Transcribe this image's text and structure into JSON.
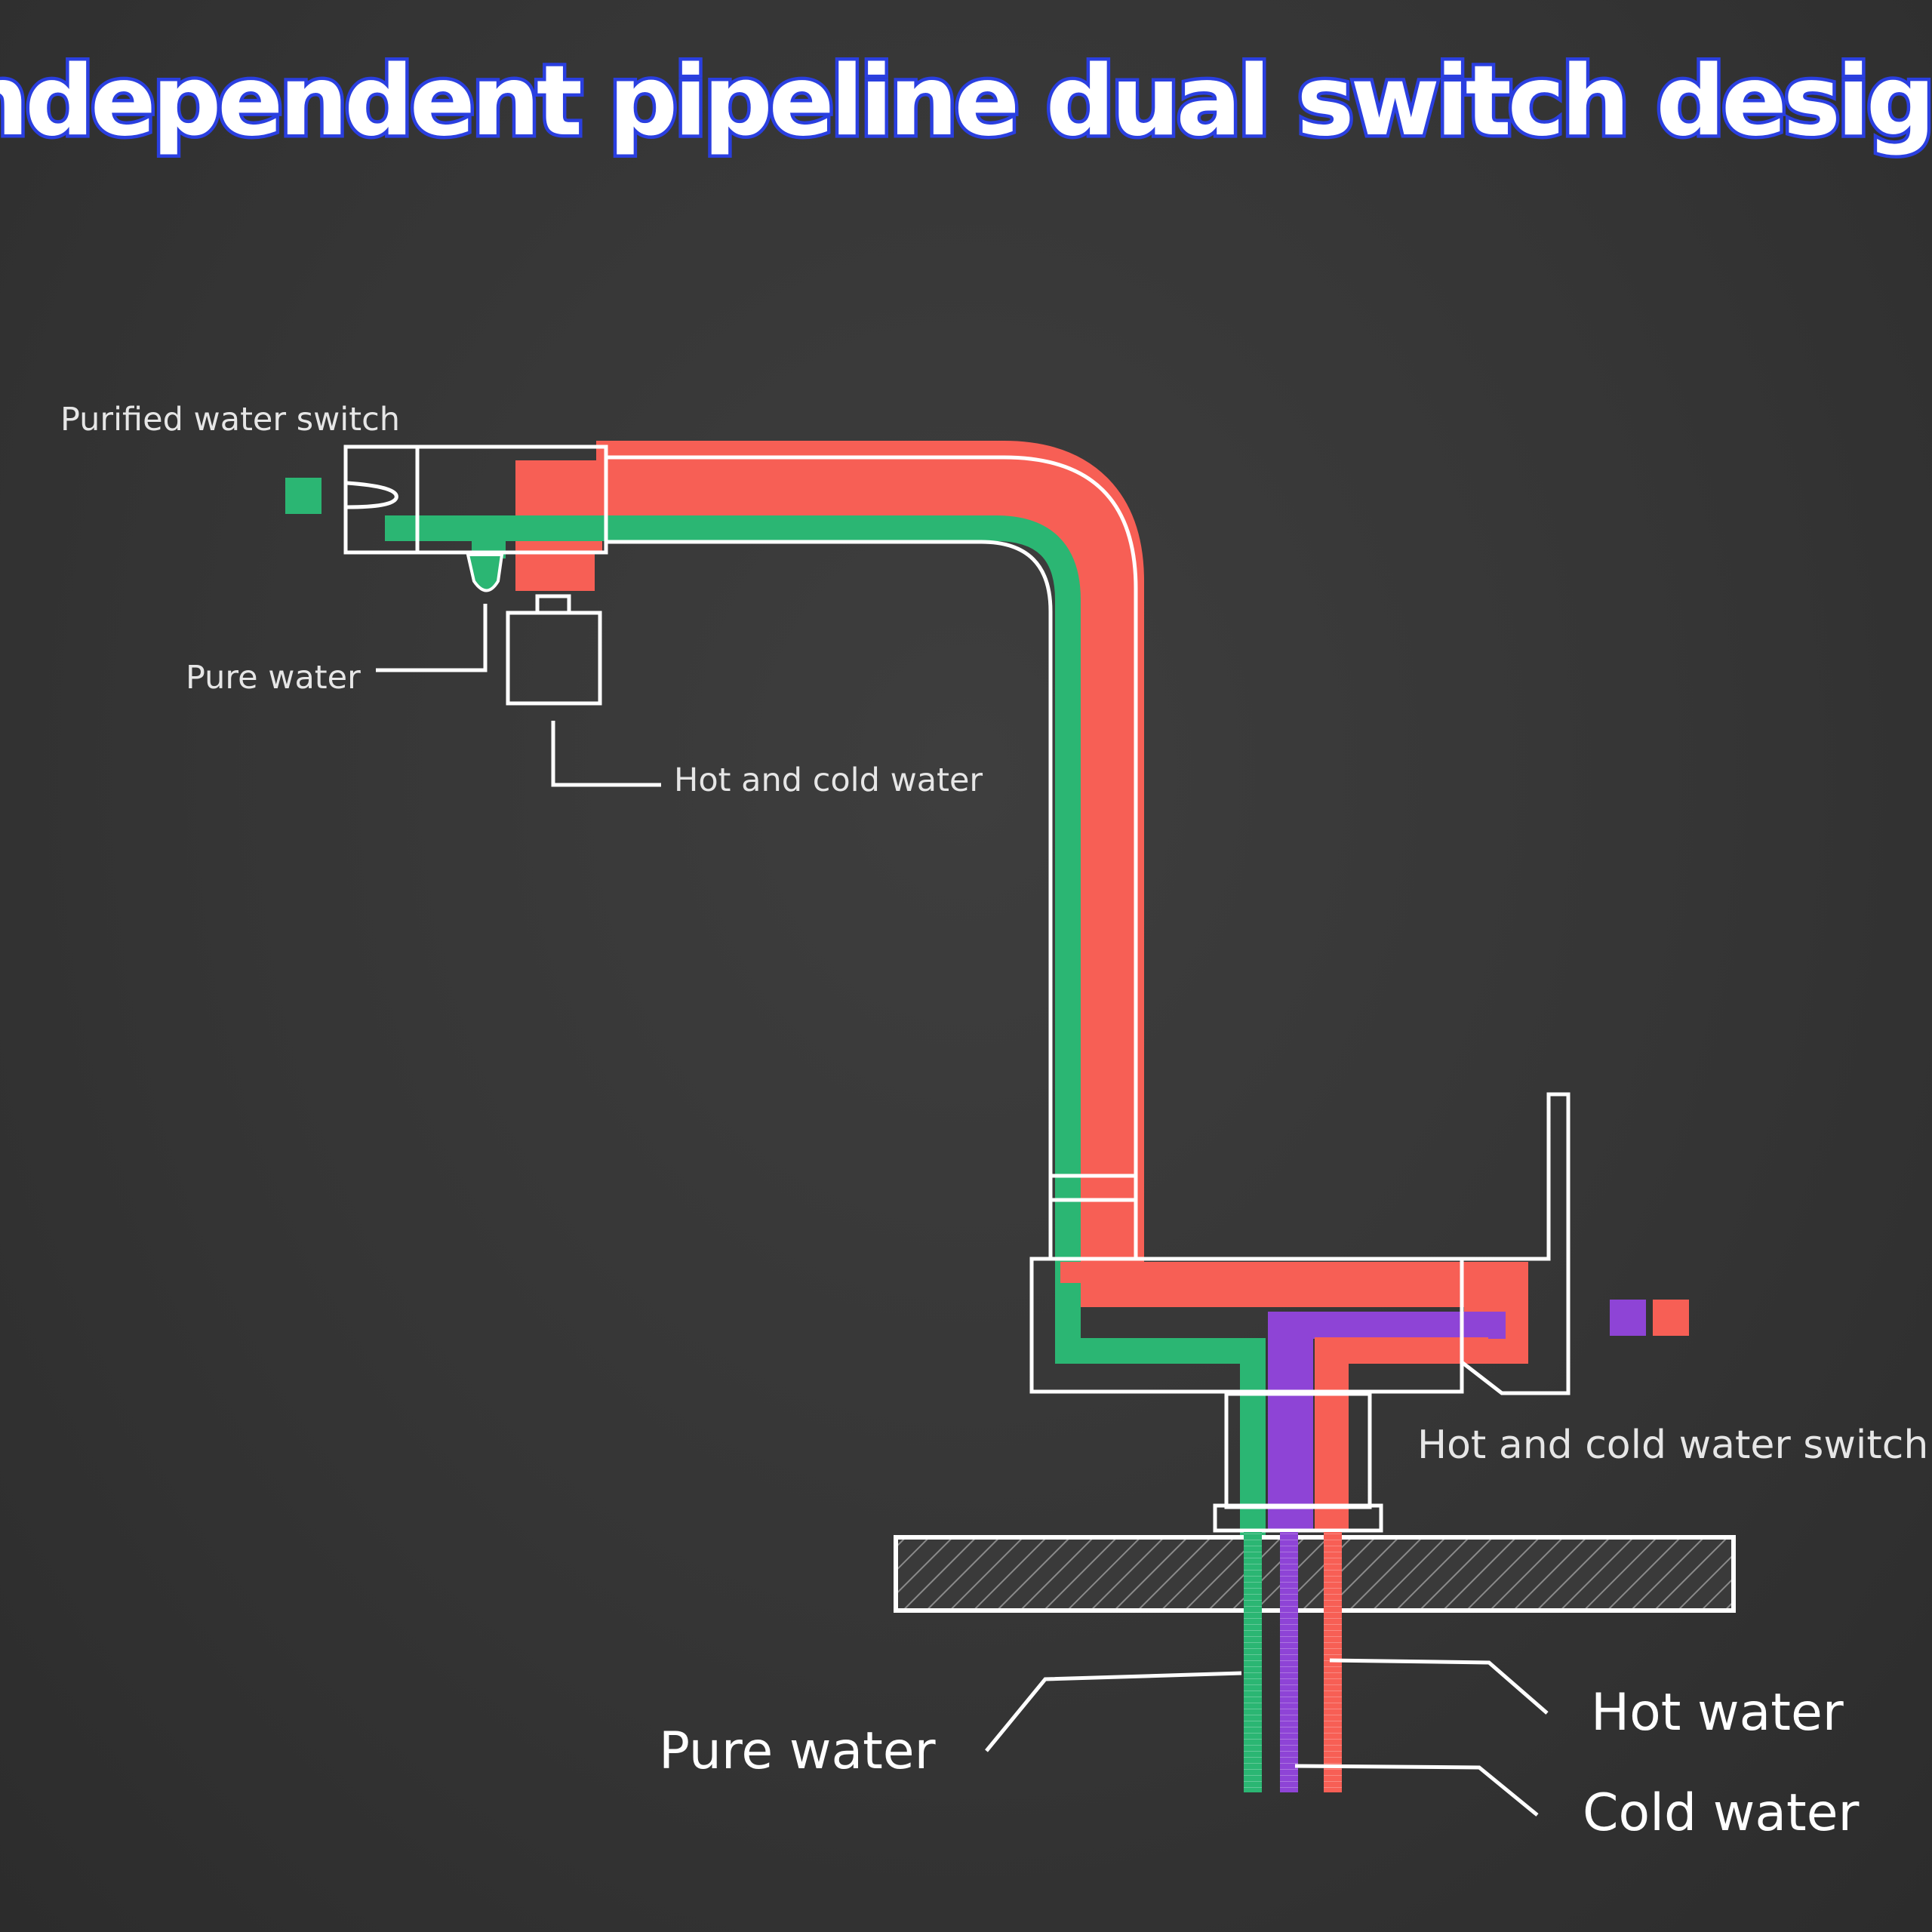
{
  "title": "Independent pipeline dual switch design",
  "labels": {
    "purified_water_switch": "Purified water switch",
    "pure_water_outlet": "Pure water",
    "hot_and_cold_water_outlet": "Hot and cold water",
    "hot_and_cold_water_switch": "Hot and cold water switch",
    "pure_water_inlet": "Pure water",
    "hot_water_inlet": "Hot water",
    "cold_water_inlet": "Cold water"
  },
  "colors": {
    "pure_water": "#2bb673",
    "hot_water": "#f75f55",
    "cold_water": "#8e44d6",
    "title_outline": "#2a3fe0",
    "background": "#353535"
  }
}
